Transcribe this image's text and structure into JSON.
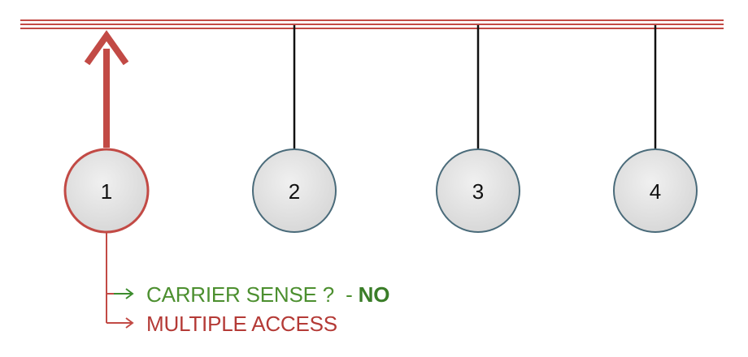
{
  "nodes": [
    {
      "label": "1",
      "active": true
    },
    {
      "label": "2",
      "active": false
    },
    {
      "label": "3",
      "active": false
    },
    {
      "label": "4",
      "active": false
    }
  ],
  "annotations": {
    "carrier_sense": {
      "text": "CARRIER SENSE ?",
      "separator": "-",
      "answer": "NO",
      "color": "#4c8f2f"
    },
    "multiple_access": {
      "text": "MULTIPLE ACCESS",
      "color": "#b43a36"
    }
  },
  "colors": {
    "bus": "#c24a45",
    "node_stroke": "#4a6b7a",
    "active_node_stroke": "#c24a45",
    "tap_line": "#111111"
  }
}
